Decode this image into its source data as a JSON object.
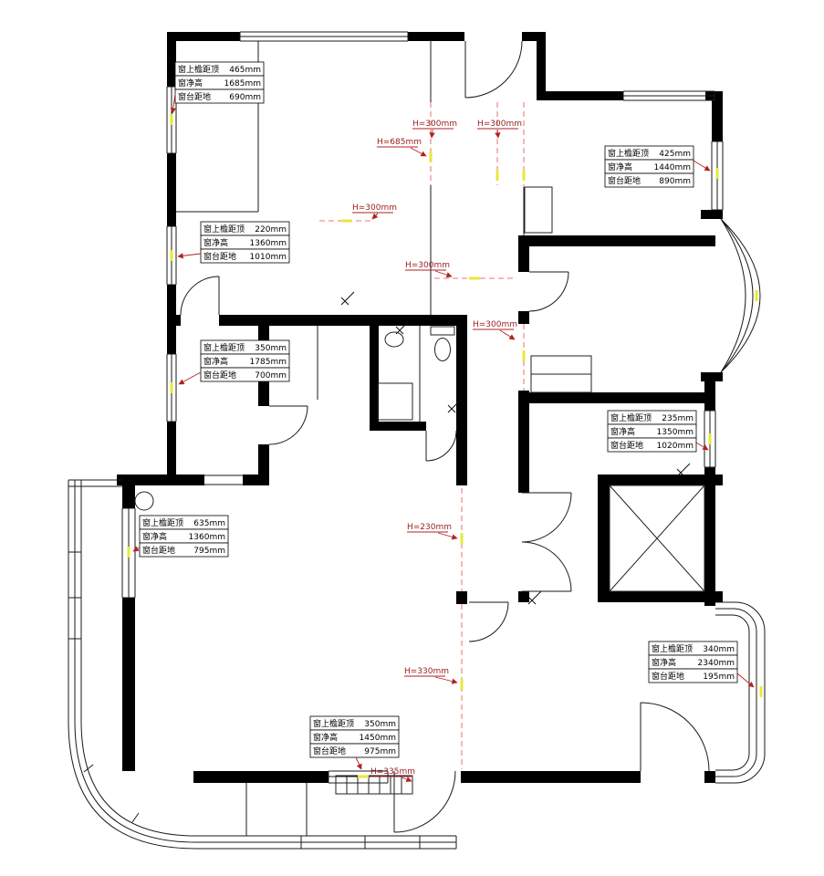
{
  "drawing": {
    "type": "residential floor plan (original structure survey)",
    "units": "mm"
  },
  "colors": {
    "wall": "#000000",
    "line": "#1a1a1a",
    "opening_dash": "#f09090",
    "height_label": "#9b1c1c",
    "leader": "#b22222",
    "highlight": "#e8e83a",
    "background": "#ffffff"
  },
  "window_annotations": [
    {
      "id": "bedroom1-left-window",
      "rows": [
        {
          "label": "窗上檐距顶",
          "value": "465mm"
        },
        {
          "label": "窗净高",
          "value": "1685mm"
        },
        {
          "label": "窗台距地",
          "value": "690mm"
        }
      ]
    },
    {
      "id": "bedroom1-lower-window",
      "rows": [
        {
          "label": "窗上檐距顶",
          "value": "220mm"
        },
        {
          "label": "窗净高",
          "value": "1360mm"
        },
        {
          "label": "窗台距地",
          "value": "1010mm"
        }
      ]
    },
    {
      "id": "bedroom3-left-window",
      "rows": [
        {
          "label": "窗上檐距顶",
          "value": "350mm"
        },
        {
          "label": "窗净高",
          "value": "1785mm"
        },
        {
          "label": "窗台距地",
          "value": "700mm"
        }
      ]
    },
    {
      "id": "living-left-window",
      "rows": [
        {
          "label": "窗上檐距顶",
          "value": "635mm"
        },
        {
          "label": "窗净高",
          "value": "1360mm"
        },
        {
          "label": "窗台距地",
          "value": "795mm"
        }
      ]
    },
    {
      "id": "kitchen-right-window",
      "rows": [
        {
          "label": "窗上檐距顶",
          "value": "425mm"
        },
        {
          "label": "窗净高",
          "value": "1440mm"
        },
        {
          "label": "窗台距地",
          "value": "890mm"
        }
      ]
    },
    {
      "id": "lobby-right-window",
      "rows": [
        {
          "label": "窗上檐距顶",
          "value": "235mm"
        },
        {
          "label": "窗净高",
          "value": "1350mm"
        },
        {
          "label": "窗台距地",
          "value": "1020mm"
        }
      ]
    },
    {
      "id": "dining-bay-window",
      "rows": [
        {
          "label": "窗上檐距顶",
          "value": "340mm"
        },
        {
          "label": "窗净高",
          "value": "2340mm"
        },
        {
          "label": "窗台距地",
          "value": "195mm"
        }
      ]
    },
    {
      "id": "living-bottom-window",
      "rows": [
        {
          "label": "窗上檐距顶",
          "value": "350mm"
        },
        {
          "label": "窗净高",
          "value": "1450mm"
        },
        {
          "label": "窗台距地",
          "value": "975mm"
        }
      ]
    }
  ],
  "height_labels": [
    {
      "id": "h1",
      "text": "H=300mm"
    },
    {
      "id": "h2",
      "text": "H=300mm"
    },
    {
      "id": "h3",
      "text": "H=685mm"
    },
    {
      "id": "h4",
      "text": "H=300mm"
    },
    {
      "id": "h5",
      "text": "H=300mm"
    },
    {
      "id": "h6",
      "text": "H=300mm"
    },
    {
      "id": "h7",
      "text": "H=230mm"
    },
    {
      "id": "h8",
      "text": "H=330mm"
    },
    {
      "id": "h9",
      "text": "H=335mm"
    }
  ]
}
